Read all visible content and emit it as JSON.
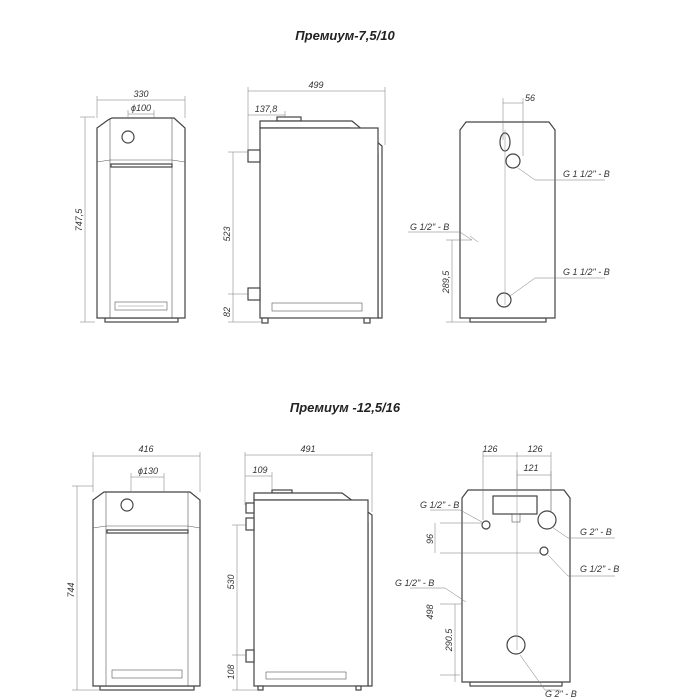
{
  "models": [
    {
      "title": "Премиум-7,5/10",
      "front": {
        "width": "330",
        "flue_diameter": "ϕ100",
        "height": "747,5"
      },
      "side": {
        "depth": "499",
        "flue_offset": "137,8",
        "pipe_spacing": "523",
        "bottom_pipe_height": "82"
      },
      "back": {
        "offset": "56",
        "upper_connection": "G 1 1/2\" - B",
        "drain": "G 1/2\" - B",
        "lower_connection": "G 1 1/2\" - B",
        "drain_height": "289,5"
      }
    },
    {
      "title": "Премиум -12,5/16",
      "front": {
        "width": "416",
        "flue_diameter": "ϕ130",
        "height": "744"
      },
      "side": {
        "depth": "491",
        "flue_offset": "109",
        "pipe_spacing": "530",
        "bottom_pipe_height": "108"
      },
      "back": {
        "offset_left": "126",
        "offset_right": "126",
        "offset_inner": "121",
        "upper_left": "G 1/2\" - B",
        "upper_right": "G 2\" - B",
        "middle_right": "G 1/2\" - B",
        "drain": "G 1/2\" - B",
        "lower": "G 2\" - B",
        "spacing": "96",
        "height_498": "498",
        "drain_height": "290.5"
      }
    }
  ]
}
